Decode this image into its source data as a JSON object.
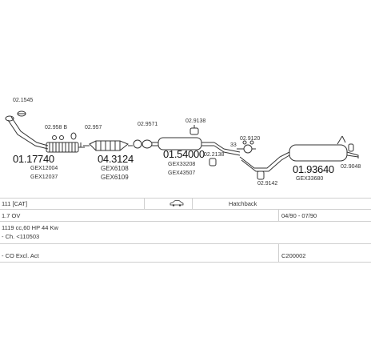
{
  "parts": {
    "p_clamp1": "02.1545",
    "p_front_pipe": "01.17740",
    "p_gex12004": "GEX12004",
    "p_gex12037": "GEX12037",
    "p_gasket": "02.958 B",
    "p_clamp2": "02.957",
    "p_catalyst": "04.3124",
    "p_gex6108": "GEX6108",
    "p_gex6109": "GEX6109",
    "p_clamp3": "02.9571",
    "p_mount1": "02.9138",
    "p_middle": "01.54000",
    "p_gex33208": "GEX33208",
    "p_gex43507": "GEX43507",
    "p_hanger1": "02.2138",
    "p_33": "33",
    "p_mount2": "02.9120",
    "p_rear": "01.93640",
    "p_gex33680": "GEX33680",
    "p_hanger2": "02.9048",
    "p_bottom": "02.9142"
  },
  "info": {
    "model": "111 [CAT]",
    "body": "Hatchback",
    "engine_code": "1.7 OV",
    "date_range": "04/90 - 07/90",
    "engine_spec": "1119 cc,60 HP 44 Kw",
    "chassis": "- Ch. <110503",
    "note": "- CO Excl. Act",
    "code": "C200002"
  },
  "icons": {
    "car": "car-icon"
  }
}
